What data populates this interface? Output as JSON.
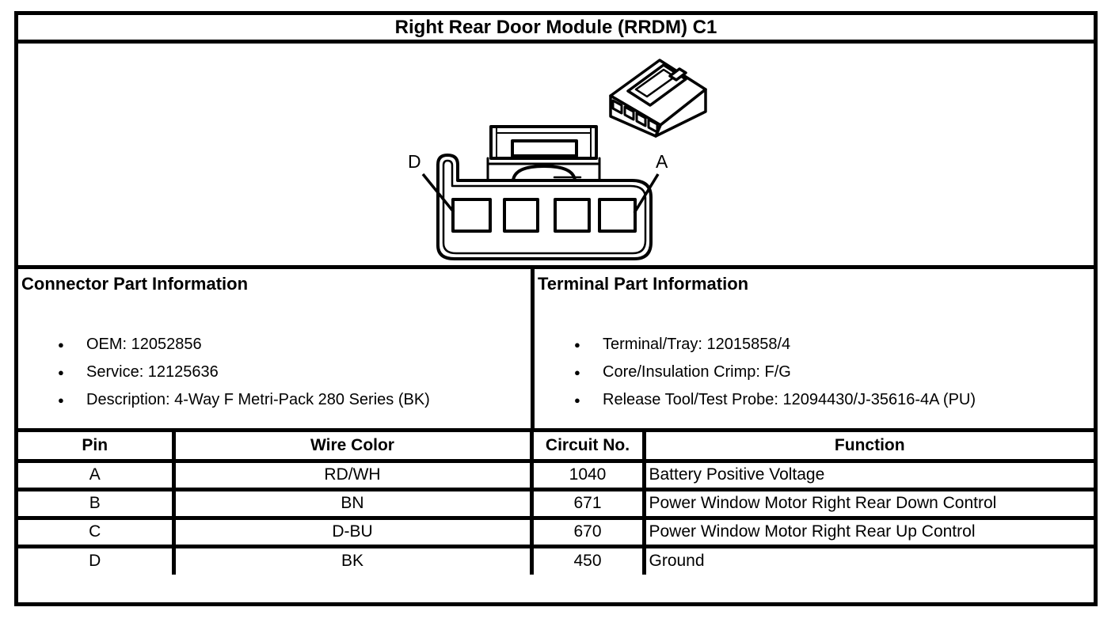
{
  "title": "Right Rear Door Module (RRDM) C1",
  "diagram": {
    "pin_label_left": "D",
    "pin_label_right": "A"
  },
  "connector_info": {
    "heading": "Connector Part Information",
    "items": [
      "OEM: 12052856",
      "Service: 12125636",
      "Description: 4-Way F Metri-Pack 280 Series (BK)"
    ]
  },
  "terminal_info": {
    "heading": "Terminal Part Information",
    "items": [
      "Terminal/Tray: 12015858/4",
      "Core/Insulation Crimp: F/G",
      "Release Tool/Test Probe: 12094430/J-35616-4A (PU)"
    ]
  },
  "pin_table": {
    "headers": [
      "Pin",
      "Wire Color",
      "Circuit No.",
      "Function"
    ],
    "rows": [
      {
        "pin": "A",
        "wire_color": "RD/WH",
        "circuit_no": "1040",
        "function": "Battery Positive Voltage"
      },
      {
        "pin": "B",
        "wire_color": "BN",
        "circuit_no": "671",
        "function": "Power Window Motor Right Rear Down Control"
      },
      {
        "pin": "C",
        "wire_color": "D-BU",
        "circuit_no": "670",
        "function": "Power Window Motor Right Rear Up Control"
      },
      {
        "pin": "D",
        "wire_color": "BK",
        "circuit_no": "450",
        "function": "Ground"
      }
    ]
  },
  "icons": {
    "bullet": "●"
  },
  "colors": {
    "line": "#000000",
    "background": "#ffffff"
  }
}
